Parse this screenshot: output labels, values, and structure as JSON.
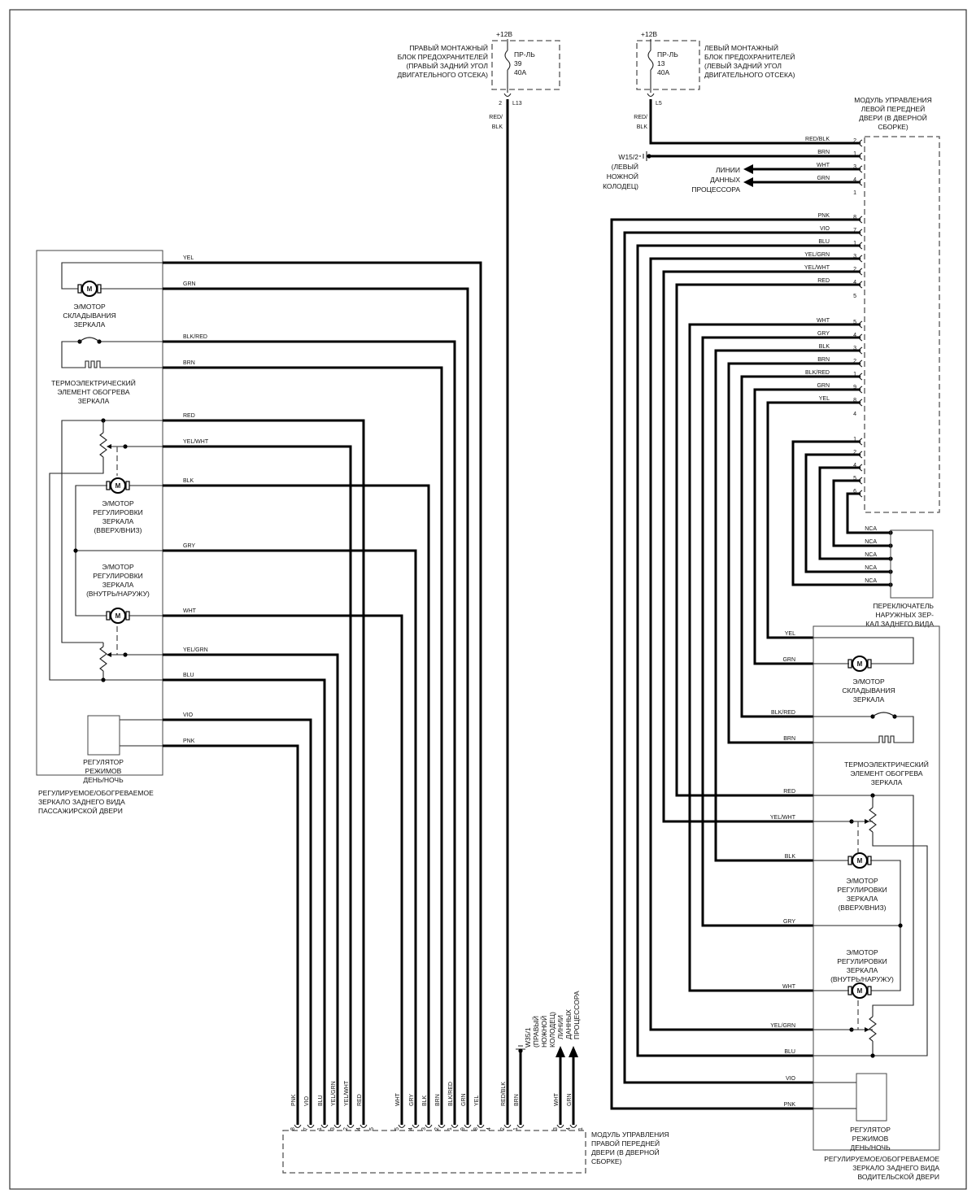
{
  "symbols": {
    "motor": "M"
  },
  "fuse_right": {
    "supply": "+12В",
    "name_lines": [
      "ПРАВЫЙ МОНТАЖНЫЙ",
      "БЛОК ПРЕДОХРАНИТЕЛЕЙ",
      "(ПРАВЫЙ ЗАДНИЙ УГОЛ",
      "ДВИГАТЕЛЬНОГО ОТСЕКА)"
    ],
    "fuse": [
      "ПР-Ль",
      "39",
      "40А"
    ],
    "pin": "2",
    "connector": "L13",
    "wire": [
      "RED/",
      "BLK"
    ]
  },
  "fuse_left": {
    "supply": "+12В",
    "name_lines": [
      "ЛЕВЫЙ МОНТАЖНЫЙ",
      "БЛОК ПРЕДОХРАНИТЕЛЕЙ",
      "(ЛЕВЫЙ ЗАДНИЙ УГОЛ",
      "ДВИГАТЕЛЬНОГО ОТСЕКА)"
    ],
    "fuse": [
      "ПР-Ль",
      "13",
      "40А"
    ],
    "connector": "L5",
    "wire": [
      "RED/",
      "BLK"
    ]
  },
  "ground_left": [
    "W15/2",
    "(ЛЕВЫЙ",
    "НОЖНОЙ",
    "КОЛОДЕЦ)"
  ],
  "data_lines_left": [
    "ЛИНИИ",
    "ДАННЫХ",
    "ПРОЦЕССОРА"
  ],
  "left_module": {
    "title_lines": [
      "МОДУЛЬ УПРАВЛЕНИЯ",
      "ЛЕВОЙ ПЕРЕДНЕЙ",
      "ДВЕРИ (В ДВЕРНОЙ",
      "СБОРКЕ)"
    ],
    "pins": [
      {
        "wire": "RED/BLK",
        "pin": "2"
      },
      {
        "wire": "BRN",
        "pin": "1"
      },
      {
        "wire": "WHT",
        "pin": "3"
      },
      {
        "wire": "GRN",
        "pin": "4"
      },
      {
        "wire": null,
        "pin": "1"
      },
      {
        "wire": "PNK",
        "pin": "8"
      },
      {
        "wire": "VIO",
        "pin": "7"
      },
      {
        "wire": "BLU",
        "pin": "1"
      },
      {
        "wire": "YEL/GRN",
        "pin": "3"
      },
      {
        "wire": "YEL/WHT",
        "pin": "2"
      },
      {
        "wire": "RED",
        "pin": "4"
      },
      {
        "wire": null,
        "pin": "5"
      },
      {
        "wire": "WHT",
        "pin": "5"
      },
      {
        "wire": "GRY",
        "pin": "4"
      },
      {
        "wire": "BLK",
        "pin": "3"
      },
      {
        "wire": "BRN",
        "pin": "2"
      },
      {
        "wire": "BLK/RED",
        "pin": "1"
      },
      {
        "wire": "GRN",
        "pin": "9"
      },
      {
        "wire": "YEL",
        "pin": "8"
      },
      {
        "wire": null,
        "pin": "4"
      },
      {
        "wire": null,
        "pin": "1"
      },
      {
        "wire": null,
        "pin": "2"
      },
      {
        "wire": null,
        "pin": "4"
      },
      {
        "wire": null,
        "pin": "5"
      },
      {
        "wire": null,
        "pin": "6"
      }
    ]
  },
  "mirror_switch": {
    "title_lines": [
      "ПЕРЕКЛЮЧАТЕЛЬ",
      "НАРУЖНЫХ ЗЕР-",
      "КАЛ ЗАДНЕГО ВИДА"
    ],
    "pins": [
      "NCA",
      "NCA",
      "NCA",
      "NCA",
      "NCA"
    ]
  },
  "left_mirror": {
    "wires": [
      "YEL",
      "GRN",
      "BLK/RED",
      "BRN",
      "RED",
      "YEL/WHT",
      "BLK",
      "GRY",
      "WHT",
      "YEL/GRN",
      "BLU",
      "VIO",
      "PNK"
    ],
    "fold_motor": [
      "Э/МОТОР",
      "СКЛАДЫВАНИЯ",
      "ЗЕРКАЛА"
    ],
    "heater": [
      "ТЕРМОЭЛЕКТРИЧЕСКИЙ",
      "ЭЛЕМЕНТ ОБОГРЕВА",
      "ЗЕРКАЛА"
    ],
    "updown_motor": [
      "Э/МОТОР",
      "РЕГУЛИРОВКИ",
      "ЗЕРКАЛА",
      "(ВВЕРХ/ВНИЗ)"
    ],
    "inout_motor": [
      "Э/МОТОР",
      "РЕГУЛИРОВКИ",
      "ЗЕРКАЛА",
      "(ВНУТРЬ/НАРУЖУ)"
    ],
    "daynight": [
      "РЕГУЛЯТОР",
      "РЕЖИМОВ",
      "ДЕНЬ/НОЧЬ"
    ],
    "caption": [
      "РЕГУЛИРУЕМОЕ/ОБОГРЕВАЕМОЕ",
      "ЗЕРКАЛО ЗАДНЕГО ВИДА",
      "ПАССАЖИРСКОЙ ДВЕРИ"
    ]
  },
  "right_mirror": {
    "wires": [
      "YEL",
      "GRN",
      "BLK/RED",
      "BRN",
      "RED",
      "YEL/WHT",
      "BLK",
      "GRY",
      "WHT",
      "YEL/GRN",
      "BLU",
      "VIO",
      "PNK"
    ],
    "fold_motor": [
      "Э/МОТОР",
      "СКЛАДЫВАНИЯ",
      "ЗЕРКАЛА"
    ],
    "heater": [
      "ТЕРМОЭЛЕКТРИЧЕСКИЙ",
      "ЭЛЕМЕНТ ОБОГРЕВА",
      "ЗЕРКАЛА"
    ],
    "updown_motor": [
      "Э/МОТОР",
      "РЕГУЛИРОВКИ",
      "ЗЕРКАЛА",
      "(ВВЕРХ/ВНИЗ)"
    ],
    "inout_motor": [
      "Э/МОТОР",
      "РЕГУЛИРОВКИ",
      "ЗЕРКАЛА",
      "(ВНУТРЬ/НАРУЖУ)"
    ],
    "daynight": [
      "РЕГУЛЯТОР",
      "РЕЖИМОВ",
      "ДЕНЬ/НОЧЬ"
    ],
    "caption": [
      "РЕГУЛИРУЕМОЕ/ОБОГРЕВАЕМОЕ",
      "ЗЕРКАЛО ЗАДНЕГО ВИДА",
      "ВОДИТЕЛЬСКОЙ ДВЕРИ"
    ]
  },
  "right_module": {
    "title_lines": [
      "МОДУЛЬ УПРАВЛЕНИЯ",
      "ПРАВОЙ ПЕРЕДНЕЙ",
      "ДВЕРИ (В ДВЕРНОЙ",
      "СБОРКЕ)"
    ],
    "pins": [
      {
        "wire": "PNK",
        "pin": "8"
      },
      {
        "wire": "VIO",
        "pin": "7"
      },
      {
        "wire": "BLU",
        "pin": "1"
      },
      {
        "wire": "YEL/GRN",
        "pin": "3"
      },
      {
        "wire": "YEL/WHT",
        "pin": "2"
      },
      {
        "wire": "RED",
        "pin": "4"
      },
      {
        "wire": null,
        "pin": "5"
      },
      {
        "wire": "WHT",
        "pin": "5"
      },
      {
        "wire": "GRY",
        "pin": "4"
      },
      {
        "wire": "BLK",
        "pin": "3"
      },
      {
        "wire": "BRN",
        "pin": "2"
      },
      {
        "wire": "BLK/RED",
        "pin": "1"
      },
      {
        "wire": "GRN",
        "pin": "9"
      },
      {
        "wire": "YEL",
        "pin": "8"
      },
      {
        "wire": null,
        "pin": "4"
      },
      {
        "wire": "RED/BLK",
        "pin": "2"
      },
      {
        "wire": "BRN",
        "pin": "1"
      },
      {
        "wire": "WHT",
        "pin": "3"
      },
      {
        "wire": "GRN",
        "pin": "4"
      },
      {
        "wire": null,
        "pin": "1"
      }
    ],
    "ground": [
      "W35/1",
      "(ПРАВЫЙ",
      "НОЖНОЙ",
      "КОЛОДЕЦ)"
    ],
    "data_lines": [
      "ЛИНИИ",
      "ДАННЫХ",
      "ПРОЦЕССОРА"
    ]
  }
}
